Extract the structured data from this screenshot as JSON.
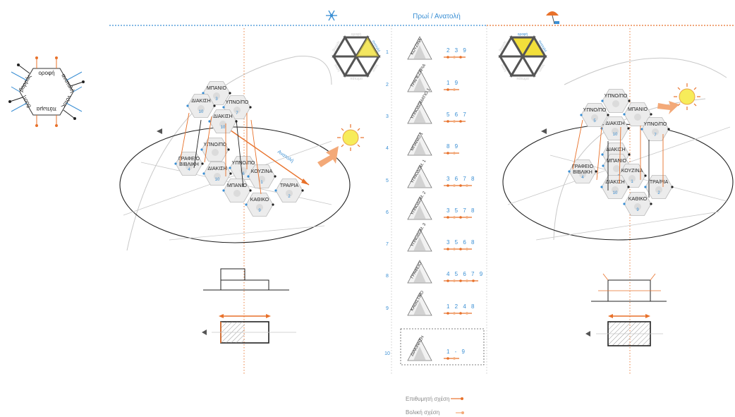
{
  "header": {
    "title": "Πρωί / Ανατολή"
  },
  "colors": {
    "blue": "#3a8fd4",
    "orange": "#e8712a",
    "lightorange": "#f3a978",
    "grey": "#9a9a9a",
    "yellow": "#f2df3a"
  },
  "hex_key": {
    "top": "οροφή",
    "bottom": "πάτωμα",
    "top_left": "βορράς",
    "top_right": "ανατολή",
    "bottom_left": "δύση",
    "bottom_right": "νότος"
  },
  "left_compass": {
    "labels": [
      "οροφή",
      "ανατολή",
      "νότος",
      "πάτωμα",
      "δύση",
      "βορράς"
    ]
  },
  "right_compass": {
    "labels": [
      "οροφή",
      "ανατολή",
      "νότος",
      "πάτωμα",
      "δύση",
      "βορράς"
    ]
  },
  "rows": [
    {
      "num": "1",
      "label": "ΚΟΥΖΙΝΑ",
      "rel": "2 3 9"
    },
    {
      "num": "2",
      "label": "ΤΡΑΠΕΖΑΡΙΑ",
      "rel": "1 9"
    },
    {
      "num": "3",
      "label": "ΥΠΝΟΔΩΜΑΤΙΟ 1",
      "rel": "5 6 7"
    },
    {
      "num": "4",
      "label": "ΜΠΑΝΙΟ 1",
      "rel": "8 9"
    },
    {
      "num": "5",
      "label": "ΥΠΝΟΔΩΜ. 1",
      "rel": "3 6 7 8"
    },
    {
      "num": "6",
      "label": "ΥΠΝΟΔΩΜ. 2",
      "rel": "3 5 7 8"
    },
    {
      "num": "7",
      "label": "ΥΠΝΟΔΩΜ. 3",
      "rel": "3 5 6 8"
    },
    {
      "num": "8",
      "label": "ΓΡΑΦΕΙΟ",
      "rel": "4 5 6 7 9"
    },
    {
      "num": "9",
      "label": "ΚΑΘΙΣΤΙΚΟ",
      "rel": "1 2 4 8"
    },
    {
      "num": "10",
      "label": "ΔΙΑΚΙΝΗΣΗ",
      "rel": "1 - 9"
    }
  ],
  "left_cluster": {
    "direction_label": "Ανατολή",
    "cells": [
      {
        "name": "ΜΠΑΝΙΟ",
        "n": "3"
      },
      {
        "name": "ΔΙΑΚΙΣΗ",
        "n": "10"
      },
      {
        "name": "ΥΠΝΟ/ΠΟ",
        "n": "7"
      },
      {
        "name": "ΔΙΑΚΙΣΗ",
        "n": "10"
      },
      {
        "name": "ΥΠΝΟ/ΠΟ",
        "n": ""
      },
      {
        "name": "ΓΡΑΦΕΙΟ ΒΙΒΛΙΚΗ",
        "n": "4"
      },
      {
        "name": "ΔΙΑΚΙΣΗ",
        "n": "10"
      },
      {
        "name": "ΥΠΝΟ/ΠΟ",
        "n": "6"
      },
      {
        "name": "ΚΟΥΖΙΝΑ",
        "n": "1"
      },
      {
        "name": "ΜΠΑΝΙΟ",
        "n": ""
      },
      {
        "name": "ΤΡΑ/ΡΙΑ",
        "n": "2"
      },
      {
        "name": "ΚΑΘΙΚΟ",
        "n": "9"
      }
    ]
  },
  "right_cluster": {
    "cells": [
      {
        "name": "ΥΠΝΟ/ΠΟ",
        "n": ""
      },
      {
        "name": "ΥΠΝΟ/ΠΟ",
        "n": "5"
      },
      {
        "name": "ΜΠΑΝΙΟ",
        "n": ""
      },
      {
        "name": "ΔΙΑΚΙΣΗ",
        "n": "10"
      },
      {
        "name": "ΥΠΝΟ/ΠΟ",
        "n": "7"
      },
      {
        "name": "ΔΙΑΚΙΣΗ",
        "n": "10"
      },
      {
        "name": "ΜΠΑΝΙΟ",
        "n": ""
      },
      {
        "name": "ΓΡΑΦΕΙΟ ΒΙΒΛΙΚΗ",
        "n": "4"
      },
      {
        "name": "ΚΟΥΖΙΝΑ",
        "n": "1"
      },
      {
        "name": "ΔΙΑΚΙΣΗ",
        "n": "10"
      },
      {
        "name": "ΤΡΑ/ΡΙΑ",
        "n": "2"
      },
      {
        "name": "ΚΑΘΙΚΟ",
        "n": "9"
      }
    ]
  },
  "legend": {
    "desired": "Επιθυμητή σχέση",
    "optional": "Βολική σχέση"
  }
}
